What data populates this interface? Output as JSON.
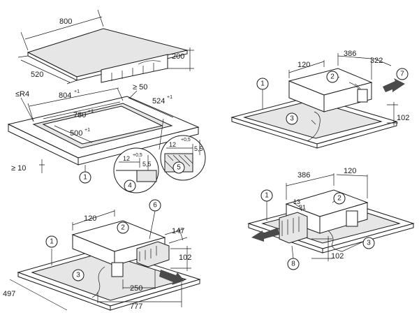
{
  "panel1": {
    "cooktop": {
      "width": "800",
      "depth": "520",
      "height": "200"
    },
    "cutout": {
      "width": "804",
      "width_tol": "+1",
      "inner_width": "780",
      "inner_width_tol": "+1",
      "depth": "500",
      "depth_tol": "+1",
      "side_depth": "524",
      "side_depth_tol": "+1",
      "min_depth": "≥ 50",
      "radius": "≤R4",
      "min_front": "≥ 10"
    },
    "detail_4": {
      "width": "12",
      "width_tol": "+0,5",
      "depth": "5,5"
    },
    "detail_5": {
      "width": "12",
      "width_tol": "+0,5",
      "depth": "5,5"
    }
  },
  "panel2": {
    "d1": "120",
    "d2": "386",
    "d3": "322",
    "d4": "102"
  },
  "panel3": {
    "d1": "120",
    "d2": "147",
    "d3": "102",
    "d4": "250",
    "d5": "777",
    "d6": "497"
  },
  "panel4": {
    "d1": "386",
    "d2": "120",
    "d3": "13",
    "d4": "31",
    "d5": "102"
  },
  "callouts": {
    "c1": "1",
    "c2": "2",
    "c3": "3",
    "c4": "4",
    "c5": "5",
    "c6": "6",
    "c7": "7",
    "c8": "8"
  }
}
